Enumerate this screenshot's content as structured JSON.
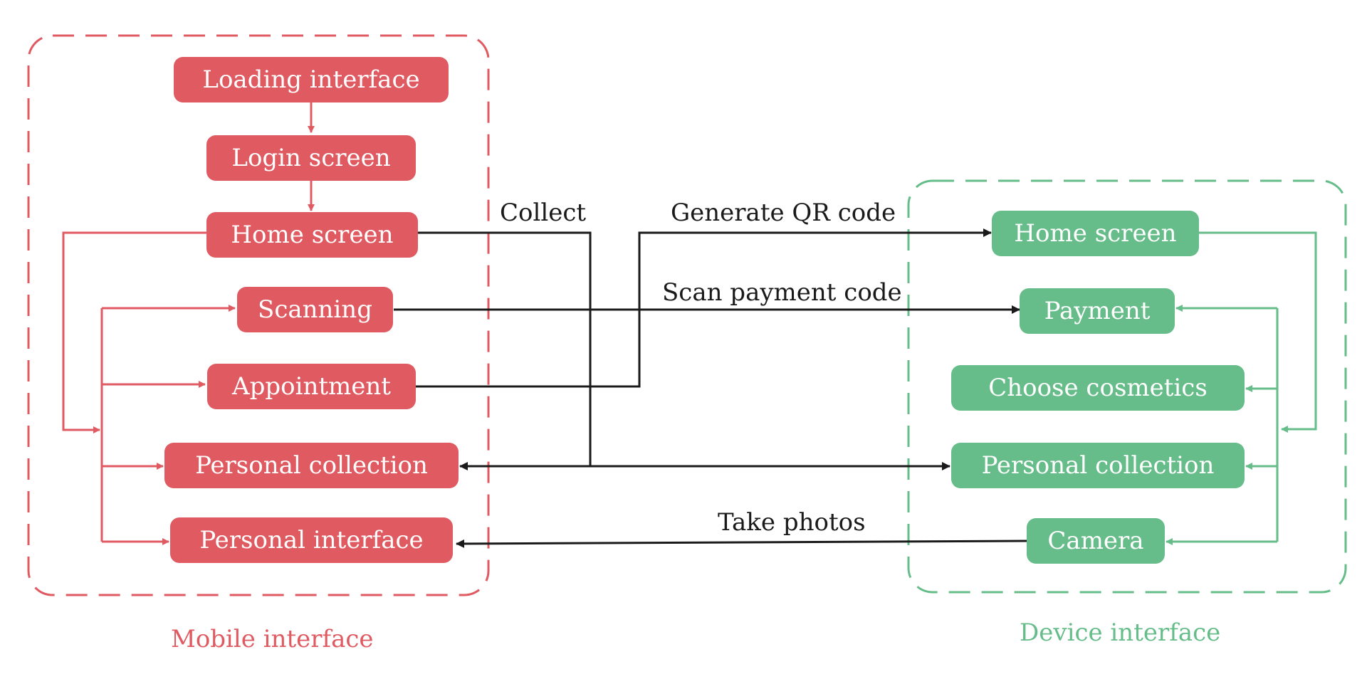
{
  "colors": {
    "mobile": "#e05a61",
    "device": "#66bd8a",
    "connector": "#1a1a1a"
  },
  "groups": {
    "mobile": {
      "label": "Mobile interface"
    },
    "device": {
      "label": "Device interface"
    }
  },
  "mobile_nodes": {
    "loading": "Loading interface",
    "login": "Login screen",
    "home": "Home screen",
    "scanning": "Scanning",
    "appointment": "Appointment",
    "personal_collection": "Personal collection",
    "personal_interface": "Personal interface"
  },
  "device_nodes": {
    "home": "Home screen",
    "payment": "Payment",
    "choose_cosmetics": "Choose cosmetics",
    "personal_collection": "Personal collection",
    "camera": "Camera"
  },
  "edge_labels": {
    "collect": "Collect",
    "generate_qr": "Generate QR code",
    "scan_payment": "Scan payment code",
    "take_photos": "Take photos"
  }
}
